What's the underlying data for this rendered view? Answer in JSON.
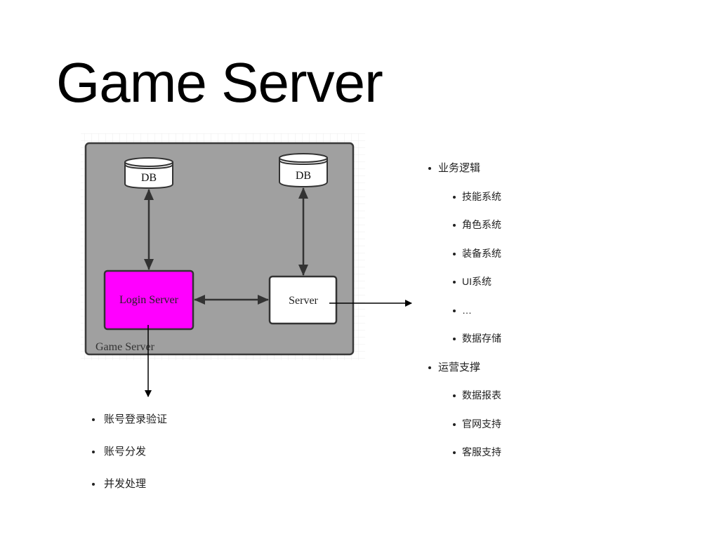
{
  "slide": {
    "title": "Game Server"
  },
  "diagram": {
    "container_label": "Game Server",
    "nodes": {
      "db_left": "DB",
      "db_right": "DB",
      "login_server": "Login Server",
      "server": "Server"
    },
    "colors": {
      "container_fill": "#a0a0a0",
      "login_server_fill": "#ff00ff",
      "node_fill": "#ffffff",
      "stroke": "#333333"
    }
  },
  "right_list": [
    {
      "level": 1,
      "text": "业务逻辑"
    },
    {
      "level": 2,
      "text": "技能系统"
    },
    {
      "level": 2,
      "text": "角色系统"
    },
    {
      "level": 2,
      "text": "装备系统"
    },
    {
      "level": 2,
      "text": "UI系统"
    },
    {
      "level": 2,
      "text": "…"
    },
    {
      "level": 2,
      "text": "数据存储"
    },
    {
      "level": 1,
      "text": "运营支撑"
    },
    {
      "level": 2,
      "text": "数据报表"
    },
    {
      "level": 2,
      "text": "官网支持"
    },
    {
      "level": 2,
      "text": "客服支持"
    }
  ],
  "bottom_list": [
    {
      "text": "账号登录验证"
    },
    {
      "text": "账号分发"
    },
    {
      "text": "并发处理"
    }
  ]
}
